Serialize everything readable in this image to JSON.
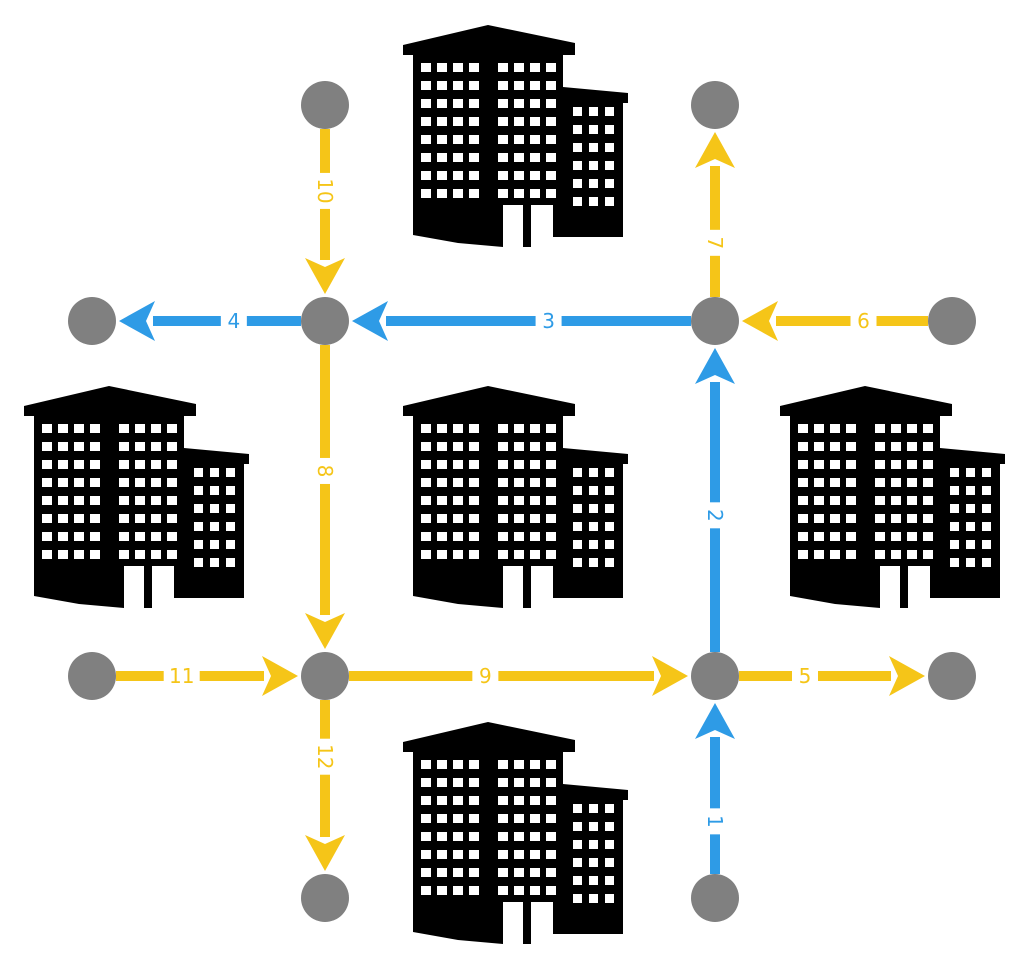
{
  "colors": {
    "primary_route": "#2e9be6",
    "secondary_route": "#f5c518",
    "node": "#808080",
    "building": "#000000",
    "window": "#ffffff",
    "label_halo": "#ffffff"
  },
  "nodes": [
    {
      "id": "N1"
    },
    {
      "id": "N2"
    },
    {
      "id": "N3"
    },
    {
      "id": "N4"
    },
    {
      "id": "N5"
    },
    {
      "id": "N6"
    },
    {
      "id": "N7"
    },
    {
      "id": "N8"
    },
    {
      "id": "N9"
    },
    {
      "id": "N10"
    },
    {
      "id": "N11"
    },
    {
      "id": "N12"
    },
    {
      "id": "N13"
    }
  ],
  "edges": [
    {
      "label": "1",
      "from": "N13",
      "to": "N10",
      "route": "primary"
    },
    {
      "label": "2",
      "from": "N10",
      "to": "N6",
      "route": "primary"
    },
    {
      "label": "3",
      "from": "N6",
      "to": "N5",
      "route": "primary"
    },
    {
      "label": "4",
      "from": "N5",
      "to": "N4",
      "route": "primary"
    },
    {
      "label": "5",
      "from": "N10",
      "to": "N11",
      "route": "secondary"
    },
    {
      "label": "6",
      "from": "N7",
      "to": "N6",
      "route": "secondary"
    },
    {
      "label": "7",
      "from": "N6",
      "to": "N2",
      "route": "secondary"
    },
    {
      "label": "8",
      "from": "N5",
      "to": "N9",
      "route": "secondary"
    },
    {
      "label": "9",
      "from": "N9",
      "to": "N10",
      "route": "secondary"
    },
    {
      "label": "10",
      "from": "N1",
      "to": "N5",
      "route": "secondary"
    },
    {
      "label": "11",
      "from": "N8",
      "to": "N9",
      "route": "secondary"
    },
    {
      "label": "12",
      "from": "N9",
      "to": "N12",
      "route": "secondary"
    }
  ],
  "buildings": [
    {
      "icon": "office-building-icon",
      "block": "north"
    },
    {
      "icon": "office-building-icon",
      "block": "west"
    },
    {
      "icon": "office-building-icon",
      "block": "center"
    },
    {
      "icon": "office-building-icon",
      "block": "east"
    },
    {
      "icon": "office-building-icon",
      "block": "south"
    }
  ]
}
